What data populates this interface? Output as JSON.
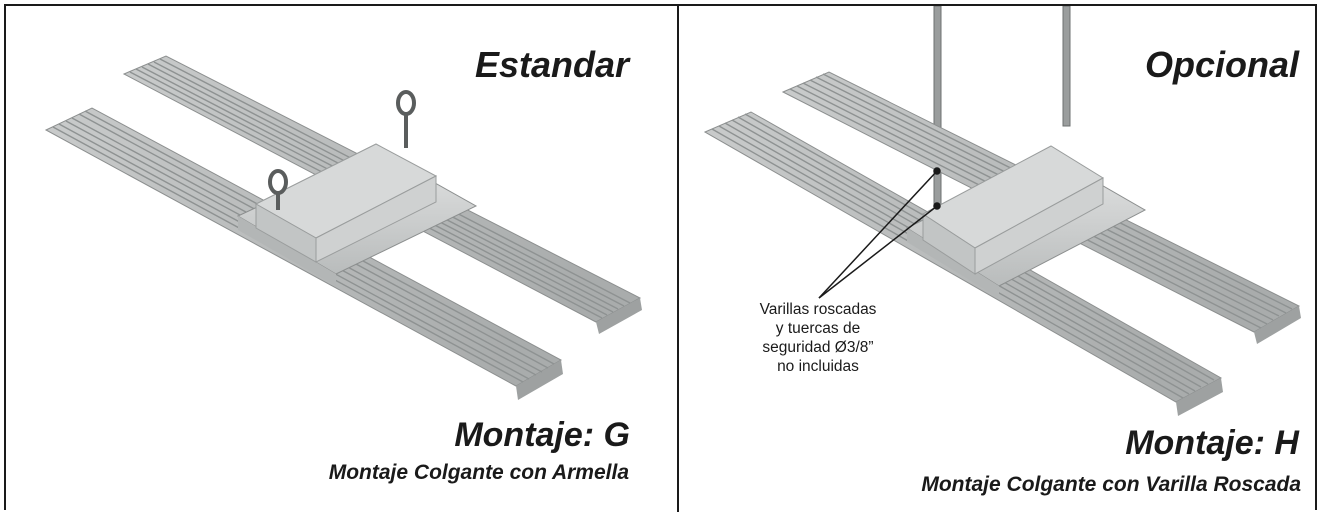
{
  "left_panel": {
    "heading": "Estandar",
    "mount_label": "Montaje:  G",
    "mount_description": "Montaje Colgante con Armella"
  },
  "right_panel": {
    "heading": "Opcional",
    "callout_lines": [
      "Varillas roscadas",
      "y tuercas de",
      "seguridad Ø3/8”",
      "no incluidas"
    ],
    "mount_label": "Montaje:  H",
    "mount_description": "Montaje Colgante con Varilla Roscada"
  }
}
